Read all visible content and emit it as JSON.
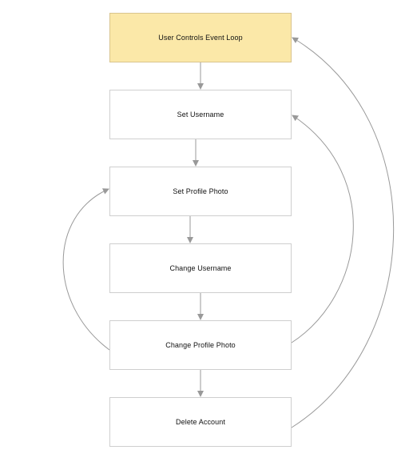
{
  "nodes": {
    "loop": {
      "label": "User Controls Event Loop"
    },
    "set_username": {
      "label": "Set Username"
    },
    "set_photo": {
      "label": "Set Profile Photo"
    },
    "change_username": {
      "label": "Change Username"
    },
    "change_photo": {
      "label": "Change Profile Photo"
    },
    "delete_account": {
      "label": "Delete Account"
    }
  },
  "colors": {
    "start_fill": "#fbe8a8",
    "node_border": "#cfcfcf",
    "edge": "#999999"
  }
}
